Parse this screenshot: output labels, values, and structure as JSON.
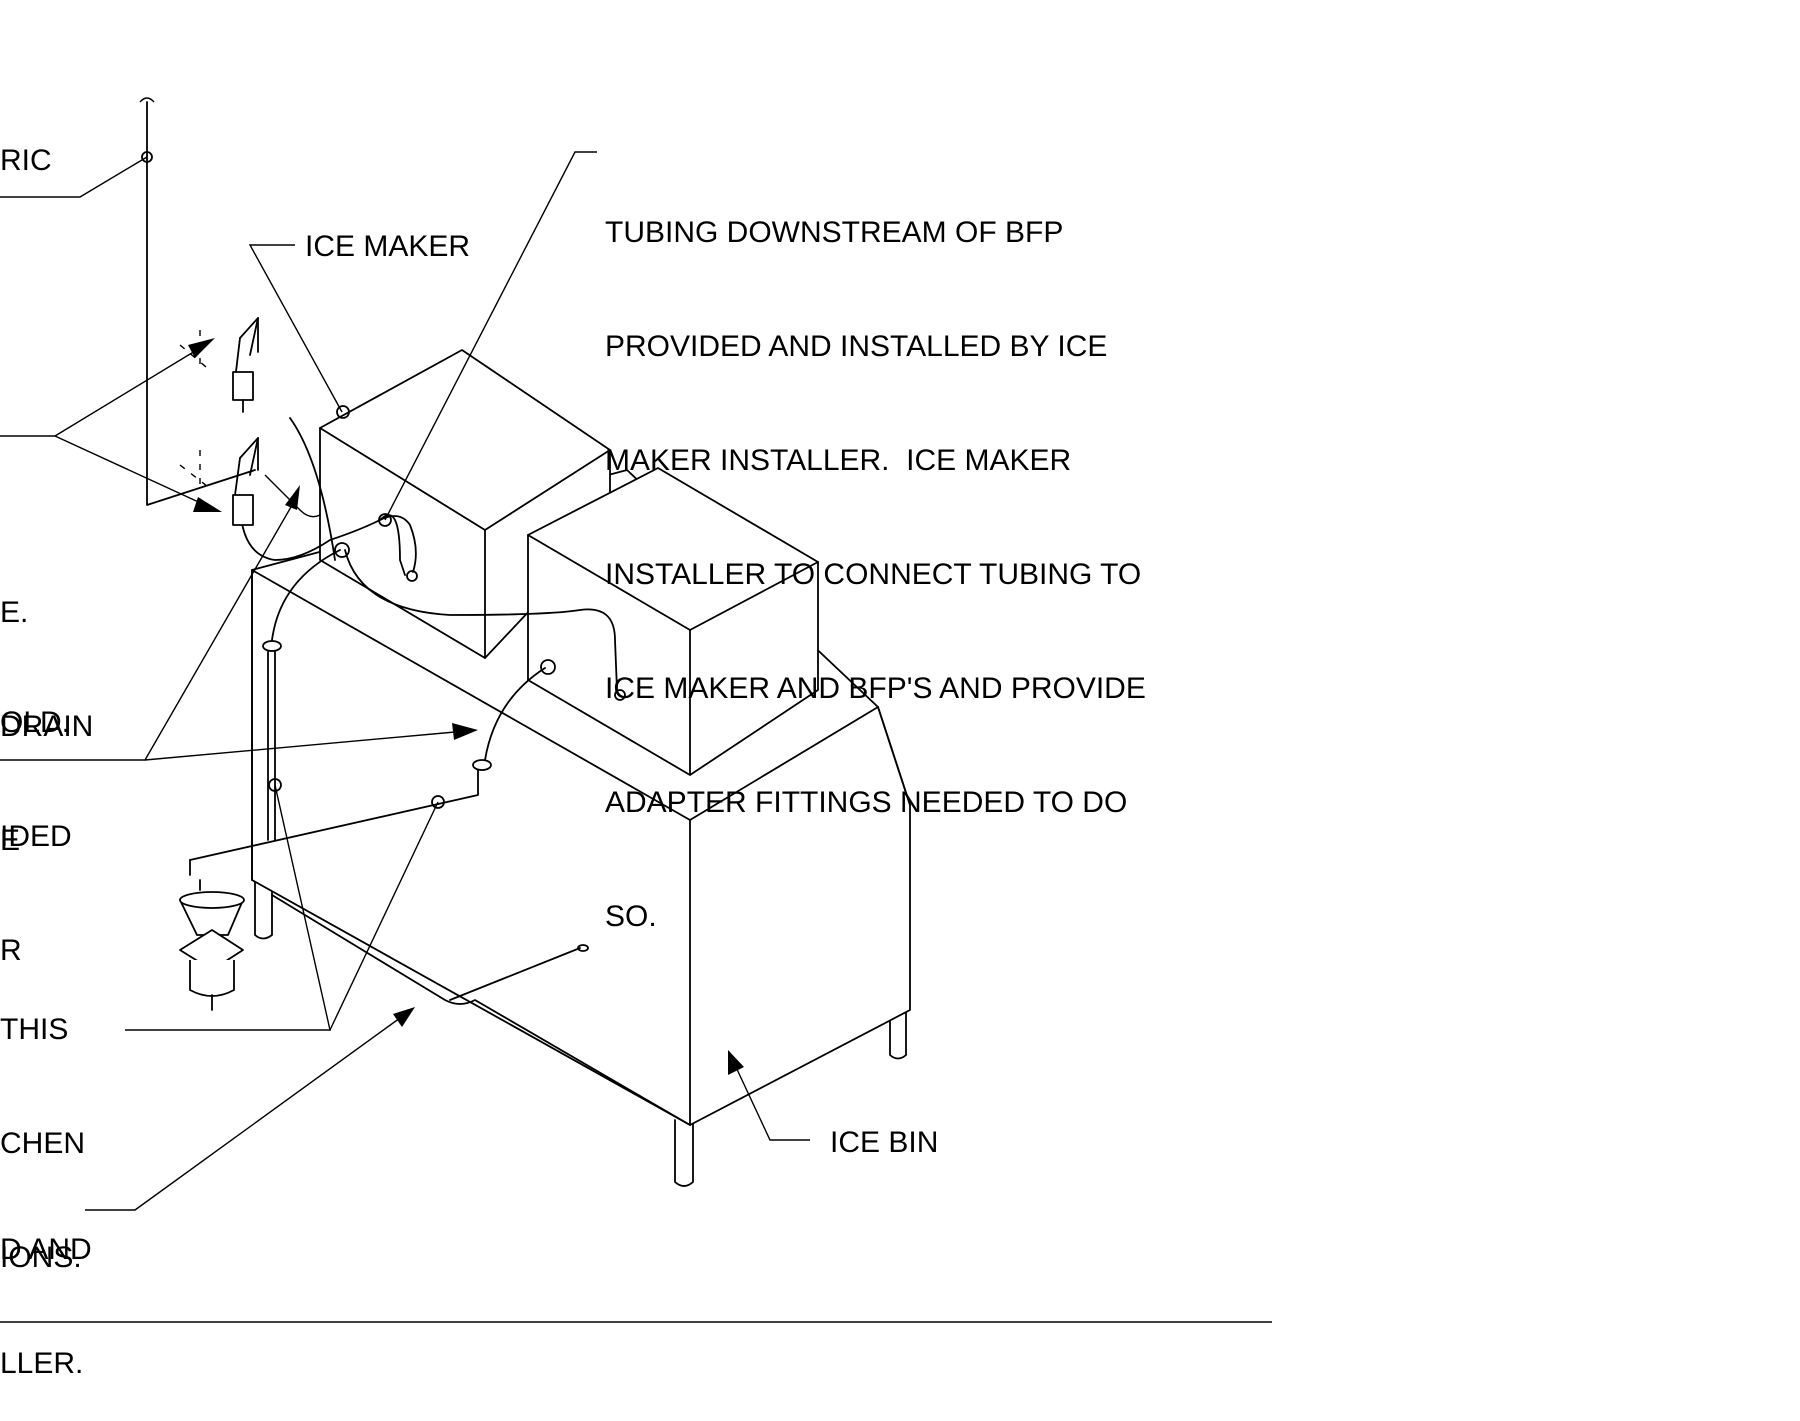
{
  "labels": {
    "tubing_note": [
      "TUBING DOWNSTREAM OF BFP",
      "PROVIDED AND INSTALLED BY ICE",
      "MAKER INSTALLER.  ICE MAKER",
      "INSTALLER TO CONNECT TUBING TO",
      "ICE MAKER AND BFP'S AND PROVIDE",
      "ADAPTER FITTINGS NEEDED TO DO",
      "SO."
    ],
    "ice_maker": "ICE MAKER",
    "ice_bin": "ICE BIN",
    "cut_electric": "RIC",
    "cut_drain": [
      "E.",
      "DRAIN"
    ],
    "cut_manifold": [
      "OLD.",
      "IDED",
      "R"
    ],
    "cut_e": "E",
    "cut_kitchen": [
      "THIS",
      "CHEN",
      "IONS."
    ],
    "cut_installer": [
      "D AND",
      "LLER."
    ]
  }
}
